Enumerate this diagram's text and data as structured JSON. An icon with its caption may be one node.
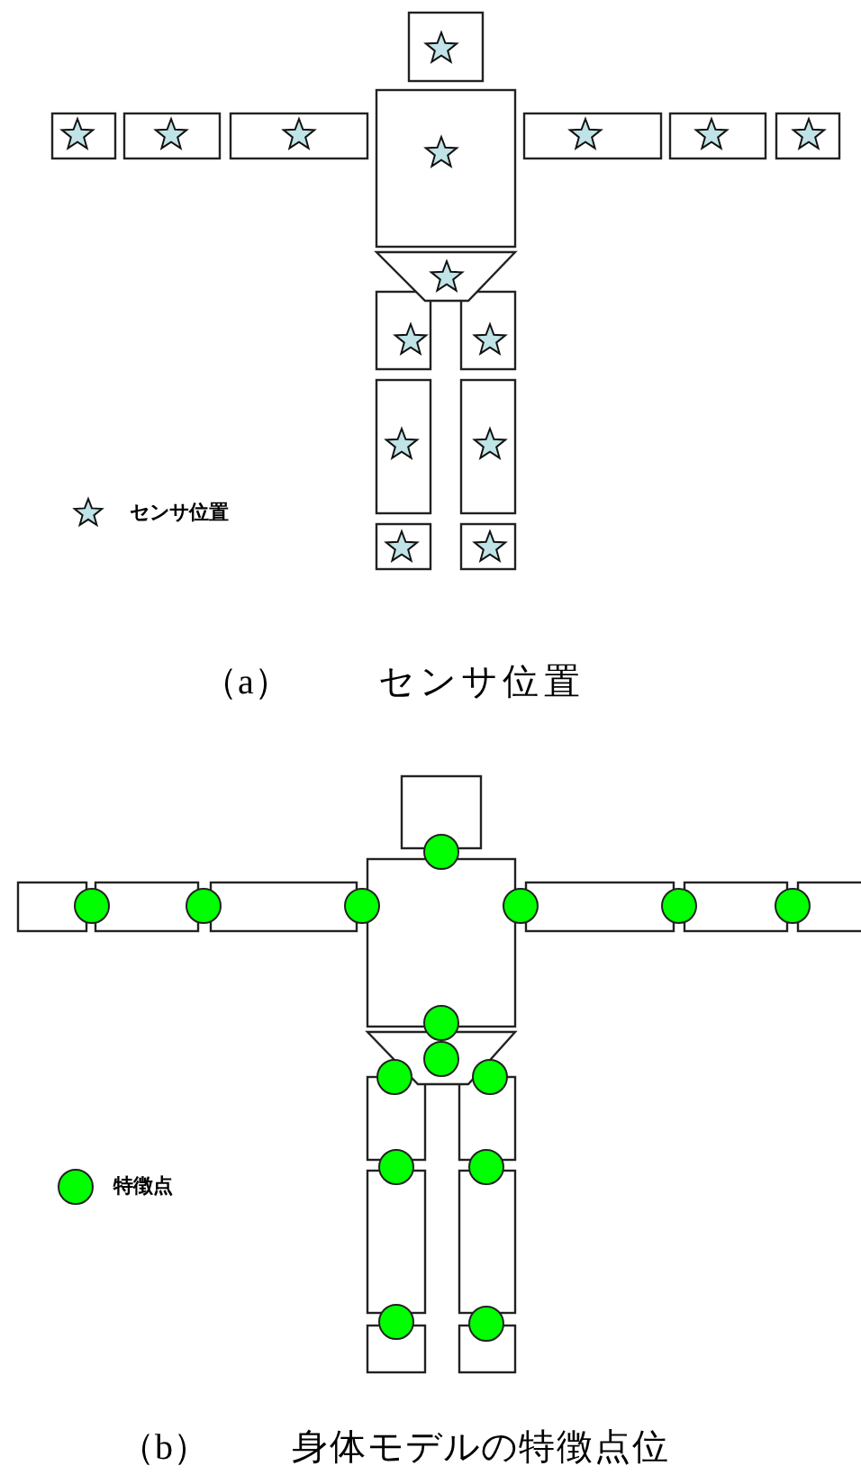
{
  "diagram": {
    "labels": [
      "（a）",
      "センサ位置",
      "（b）",
      "身体モデルの特徴点位"
    ],
    "legend": [
      {
        "text": "センサ位置"
      },
      {
        "text": "特徴点",
        "color": "#00ff00"
      }
    ]
  }
}
